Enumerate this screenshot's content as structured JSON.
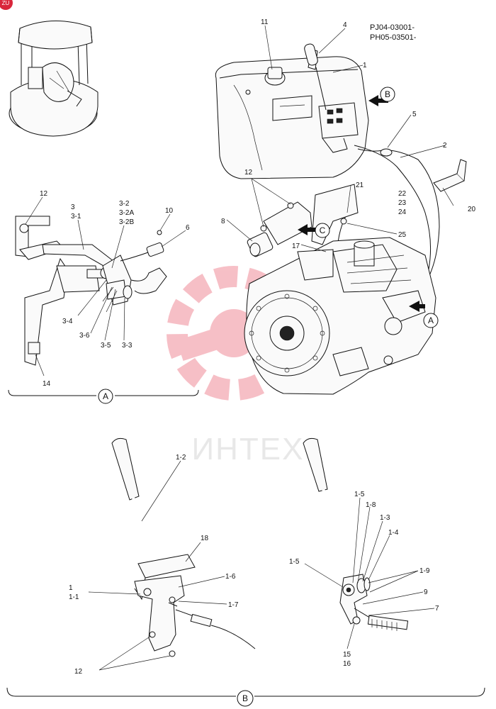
{
  "header": {
    "serial_line1": "PJ04-03001-",
    "serial_line2": "PH05-03501-"
  },
  "badge": {
    "text": "ZU",
    "color": "#d9263b"
  },
  "watermark": {
    "text": "ИНТЕХ",
    "color": "#e84a5f"
  },
  "views": {
    "A": "A",
    "B": "B",
    "C": "C"
  },
  "labels_main": {
    "l11": "11",
    "l4": "4",
    "l1": "1",
    "l5": "5",
    "l2": "2",
    "l12": "12",
    "l21": "21",
    "l22": "22",
    "l23": "23",
    "l24": "24",
    "l20": "20",
    "l8": "8",
    "l25": "25",
    "l17": "17"
  },
  "labels_a": {
    "l12": "12",
    "l3": "3",
    "l3_1": "3-1",
    "l3_2": "3-2",
    "l3_2a": "3-2A",
    "l3_2b": "3-2B",
    "l10": "10",
    "l6": "6",
    "l3_4": "3-4",
    "l3_6": "3-6",
    "l3_5": "3-5",
    "l3_3": "3-3",
    "l14": "14"
  },
  "labels_b_left": {
    "l1_2": "1-2",
    "l18": "18",
    "l1": "1",
    "l1_1": "1-1",
    "l1_6": "1-6",
    "l1_7": "1-7",
    "l12": "12"
  },
  "labels_b_right": {
    "l1_5a": "1-5",
    "l1_8": "1-8",
    "l1_3": "1-3",
    "l1_4": "1-4",
    "l1_5b": "1-5",
    "l1_9": "1-9",
    "l9": "9",
    "l7": "7",
    "l15": "15",
    "l16": "16"
  }
}
